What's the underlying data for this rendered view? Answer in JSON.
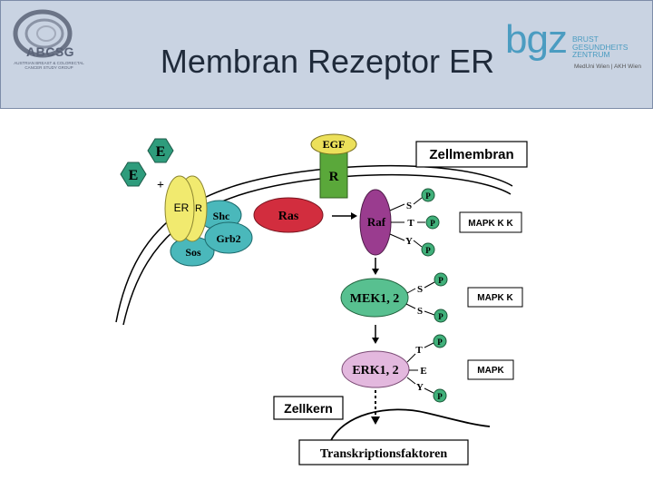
{
  "header": {
    "title": "Membran Rezeptor ER",
    "logo_left": {
      "name": "ABCSG",
      "subtitle": "AUSTRIAN BREAST & COLORECTAL CANCER STUDY GROUP"
    },
    "logo_right": {
      "name": "bgz",
      "lines": [
        "BRUST",
        "GESUNDHEITS",
        "ZENTRUM"
      ],
      "subtitle": "MedUni Wien | AKH Wien"
    }
  },
  "diagram": {
    "ligand_1": "E",
    "ligand_2": "E",
    "plus": "+",
    "er_label": "ER",
    "er_r_label": "R",
    "shc": "Shc",
    "grb2": "Grb2",
    "sos": "Sos",
    "egf": "EGF",
    "egf_receptor": "R",
    "membrane_label": "Zellmembran",
    "ras": "Ras",
    "raf": "Raf",
    "raf_sites": [
      "S",
      "T",
      "Y"
    ],
    "mek": "MEK1, 2",
    "mek_sites": [
      "S",
      "S"
    ],
    "erk": "ERK1, 2",
    "erk_sites": [
      "T",
      "E",
      "Y"
    ],
    "phospho": "P",
    "mapkkk": "MAPK K K",
    "mapkk": "MAPK K",
    "mapk": "MAPK",
    "nucleus_label": "Zellkern",
    "tf_label": "Transkriptionsfaktoren"
  }
}
